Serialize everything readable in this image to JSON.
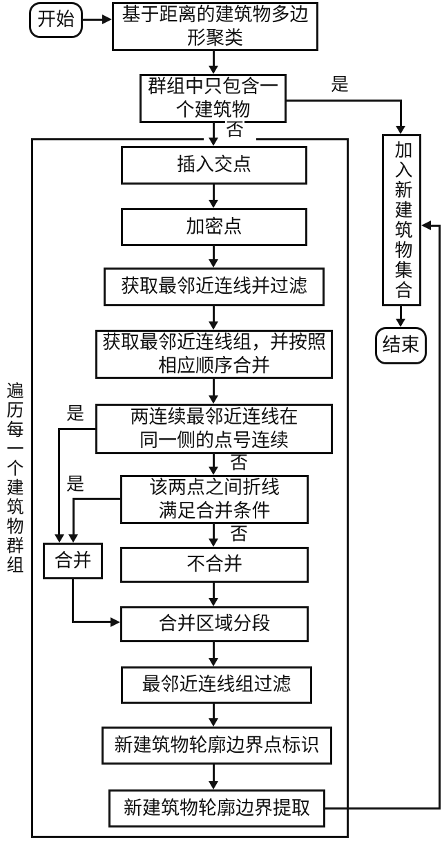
{
  "flowchart": {
    "background": "#ffffff",
    "line_color": "#111111",
    "loop_label": "遍历每一个建筑物群组",
    "nodes": {
      "start": {
        "label": "开始"
      },
      "cluster": {
        "line1": "基于距离的建筑物多边",
        "line2": "形聚类"
      },
      "single_building": {
        "line1": "群组中只包含一",
        "line2": "个建筑物"
      },
      "insert_intersections": {
        "label": "插入交点"
      },
      "densify_points": {
        "label": "加密点"
      },
      "get_nearest_filter": {
        "label": "获取最邻近连线并过滤"
      },
      "get_nearest_groups": {
        "line1": "获取最邻近连线组，并按照",
        "line2": "相应顺序合并"
      },
      "consecutive_numbers": {
        "line1": "两连续最邻近连线在",
        "line2": "同一侧的点号连续"
      },
      "polyline_condition": {
        "line1": "该两点之间折线",
        "line2": "满足合并条件"
      },
      "no_merge": {
        "label": "不合并"
      },
      "merge": {
        "label": "合并"
      },
      "merge_region_segment": {
        "label": "合并区域分段"
      },
      "nearest_group_filter": {
        "label": "最邻近连线组过滤"
      },
      "boundary_point_mark": {
        "label": "新建筑物轮廓边界点标识"
      },
      "boundary_extract": {
        "label": "新建筑物轮廓边界提取"
      },
      "add_new_building_set": {
        "label": "加入新建筑物集合"
      },
      "end": {
        "label": "结束"
      }
    },
    "edge_labels": {
      "yes_top": "是",
      "yes_consecutive": "是",
      "yes_polyline": "是",
      "no_top": "否",
      "no_consecutive": "否",
      "no_polyline": "否"
    }
  }
}
